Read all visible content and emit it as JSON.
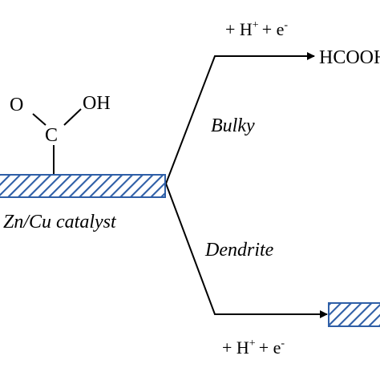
{
  "reaction": {
    "top_condition": "+ H",
    "top_condition_sup": "+",
    "top_condition_tail": "+ e",
    "top_condition_tail_sup": "-",
    "top_product": "HCOOH",
    "bottom_condition": "+ H",
    "bottom_condition_sup": "+",
    "bottom_condition_tail": "+ e",
    "bottom_condition_tail_sup": "-"
  },
  "branches": {
    "upper_label": "Bulky",
    "lower_label": "Dendrite"
  },
  "adsorbate": {
    "atom_o_left": "O",
    "atom_oh": "OH",
    "atom_c": "C"
  },
  "catalyst": {
    "label": "Zn/Cu catalyst"
  },
  "colors": {
    "hatch_stroke": "#2f5fa7",
    "hatch_border": "#2f5fa7",
    "line": "#000000",
    "text": "#000000"
  }
}
